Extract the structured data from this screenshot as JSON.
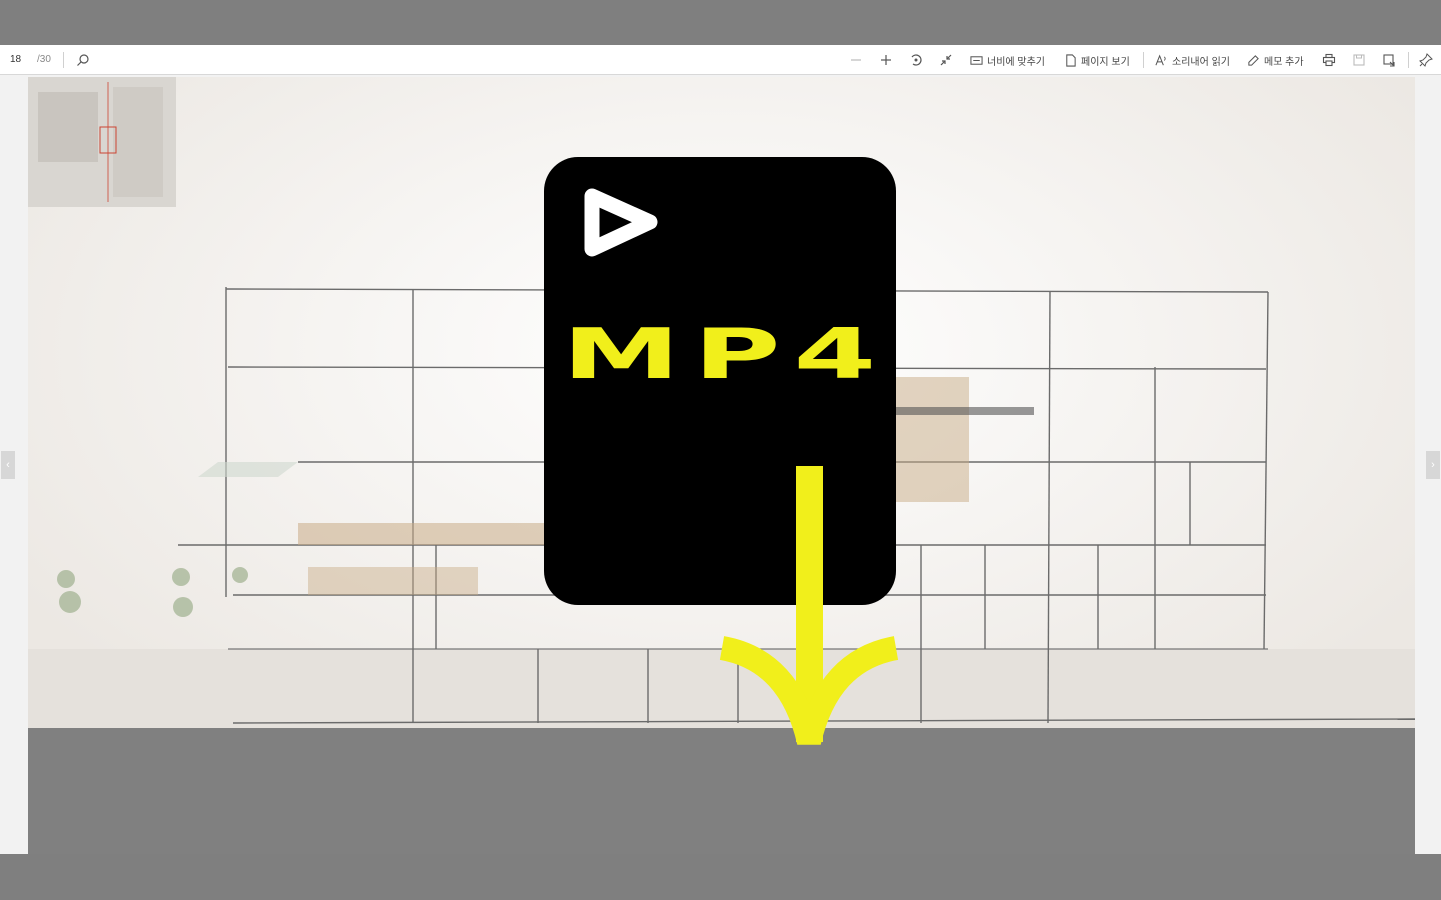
{
  "toolbar": {
    "page_current": "18",
    "page_total": "/30",
    "fit_width_label": "너비에 맞추기",
    "page_view_label": "페이지 보기",
    "read_aloud_label": "소리내어 읽기",
    "add_note_label": "메모 추가"
  },
  "icons": {
    "search": "search-icon",
    "zoom_out": "minus-icon",
    "zoom_in": "plus-icon",
    "rotate": "rotate-icon",
    "fullscreen": "collapse-icon",
    "fit_width": "fit-width-icon",
    "page_view": "page-icon",
    "read_aloud": "read-aloud-icon",
    "add_note": "pen-icon",
    "print": "print-icon",
    "save": "save-icon",
    "save_as": "save-as-icon",
    "pin": "pin-icon",
    "nav_prev": "chevron-left-icon",
    "nav_next": "chevron-right-icon",
    "play": "play-icon",
    "download_arrow": "arrow-down-icon"
  },
  "overlay": {
    "format_label": "MP4"
  },
  "colors": {
    "background": "#7f7f7f",
    "badge": "#000000",
    "accent": "#f1ef1b"
  }
}
